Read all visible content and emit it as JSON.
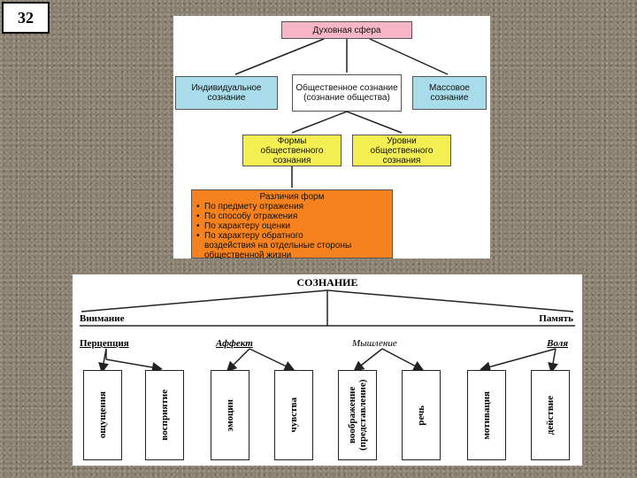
{
  "page_number": "32",
  "spiritual_diagram": {
    "root": "Духовная сфера",
    "level1": [
      "Индивидуальное сознание",
      "Общественное сознание (сознание общества)",
      "Массовое сознание"
    ],
    "level2": [
      "Формы общественного сознания",
      "Уровни общественного сознания"
    ],
    "differences": {
      "title": "Различия форм",
      "items": [
        "По предмету отражения",
        "По способу отражения",
        "По характеру оценки",
        "По характеру обратного"
      ],
      "tail": "воздействия на отдельные стороны общественной жизни"
    },
    "colors": {
      "root": "#f6b6c8",
      "blue": "#a8dcea",
      "yellow": "#f3ef52",
      "orange": "#f5821e"
    }
  },
  "consciousness_diagram": {
    "title": "СОЗНАНИЕ",
    "attention": "Внимание",
    "memory": "Память",
    "groups": [
      "Перцепция",
      "Аффект",
      "Мышление",
      "Воля"
    ],
    "boxes": [
      "ощущения",
      "восприятие",
      "эмоции",
      "чувства",
      "воображение (представление)",
      "речь",
      "мотивация",
      "действие"
    ]
  }
}
